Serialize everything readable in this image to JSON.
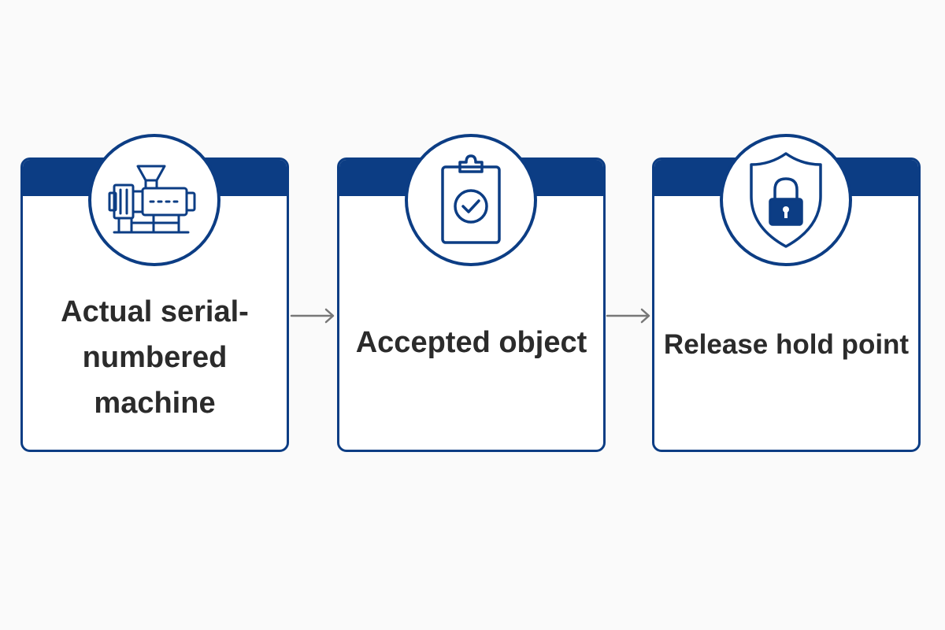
{
  "steps": [
    {
      "label": "Actual serial-numbered machine",
      "icon": "machine-icon"
    },
    {
      "label": "Accepted object",
      "icon": "clipboard-check-icon"
    },
    {
      "label": "Release hold point",
      "icon": "shield-lock-icon"
    }
  ],
  "colors": {
    "accent": "#0c3d84",
    "text": "#2b2b2b",
    "arrow": "#777777",
    "background": "#fafafa"
  }
}
